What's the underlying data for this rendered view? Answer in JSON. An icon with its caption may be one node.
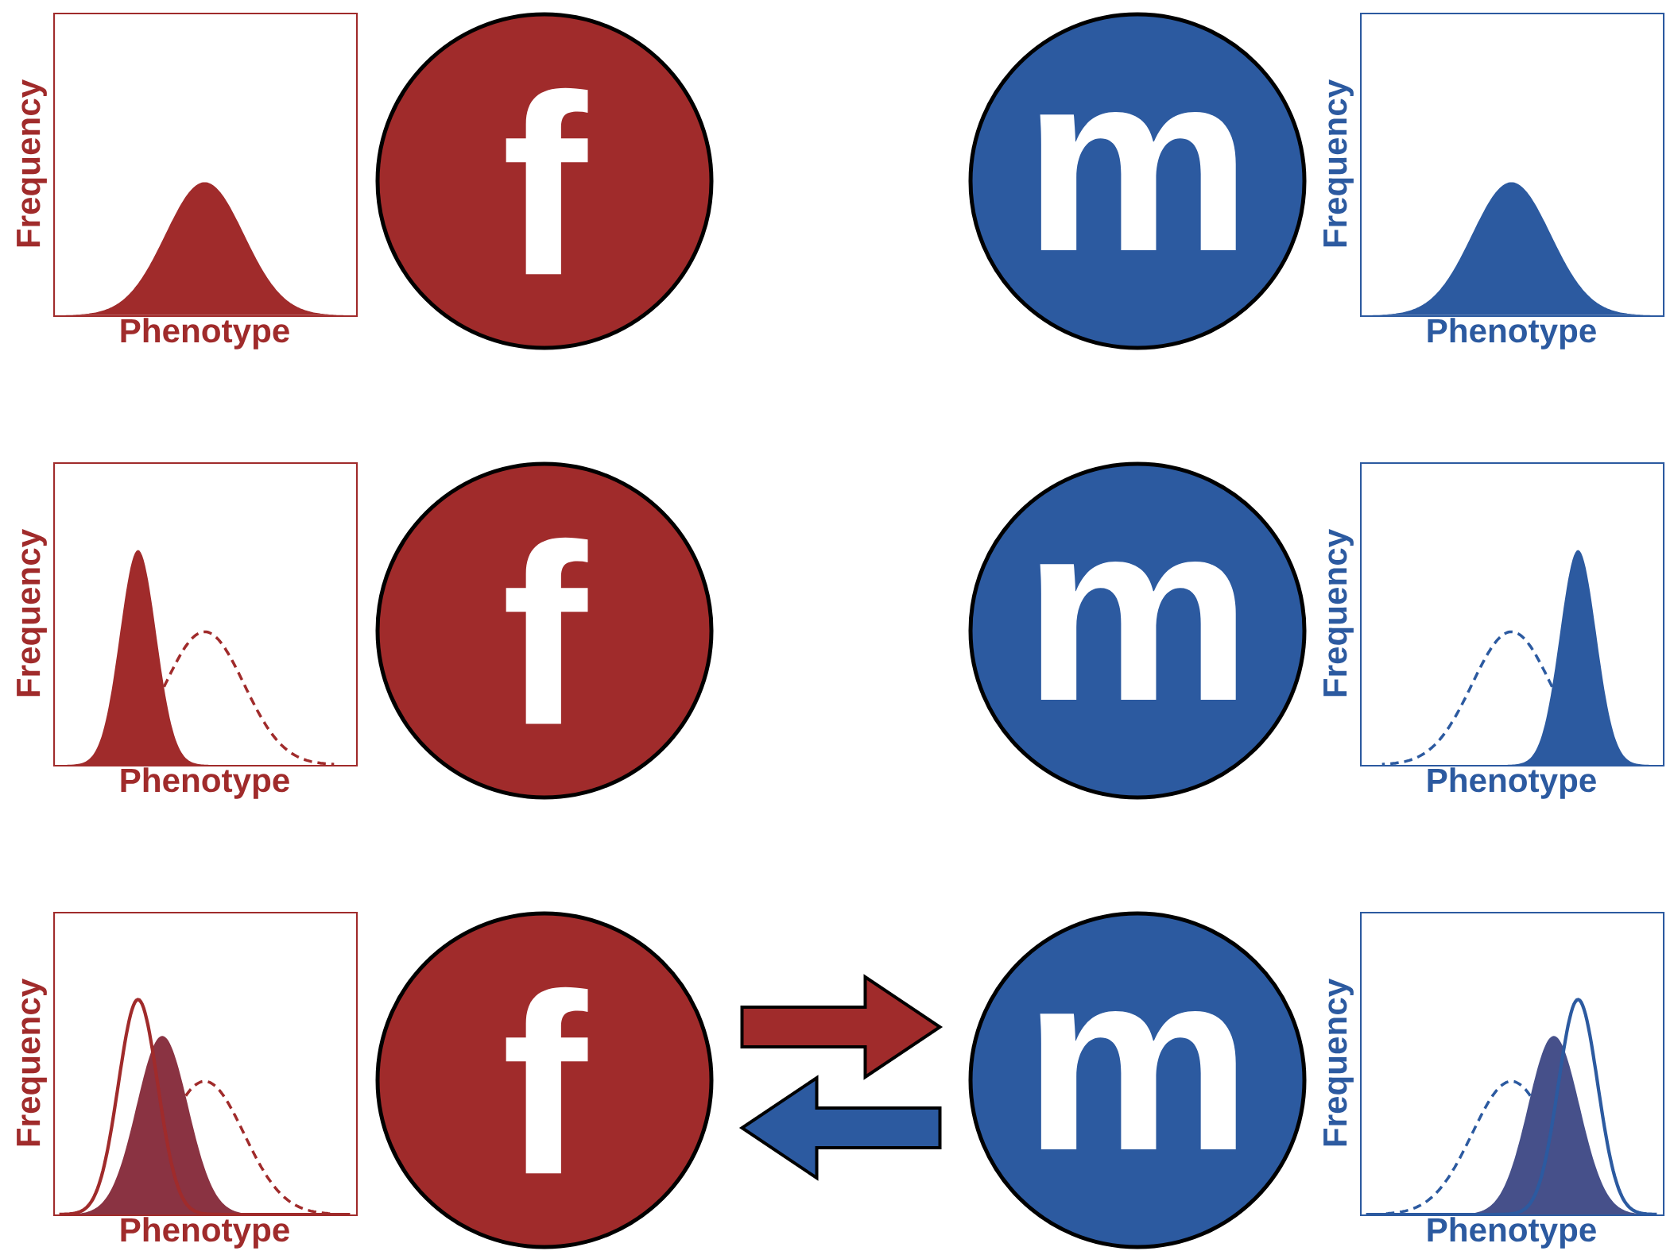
{
  "diagram": {
    "nodes": [
      {
        "text": [
          "Frequency",
          "Phenotype"
        ]
      },
      {
        "text": [
          "f"
        ]
      },
      {
        "text": [
          "m"
        ]
      },
      {
        "text": [
          "Frequency",
          "Phenotype"
        ]
      },
      {
        "text": [
          "Frequency",
          "Phenotype"
        ]
      },
      {
        "text": [
          "f"
        ]
      },
      {
        "text": [
          "m"
        ]
      },
      {
        "text": [
          "Frequency",
          "Phenotype"
        ]
      },
      {
        "text": [
          "Frequency",
          "Phenotype"
        ]
      },
      {
        "text": [
          "f"
        ]
      },
      {
        "text": [
          "m"
        ]
      },
      {
        "text": [
          "Frequency",
          "Phenotype"
        ]
      }
    ],
    "edges": [
      {
        "from": 9,
        "to": 10,
        "arrow": "to",
        "color": "#a02b2b"
      },
      {
        "from": 10,
        "to": 9,
        "arrow": "to",
        "color": "#2c5aa0"
      }
    ]
  }
}
